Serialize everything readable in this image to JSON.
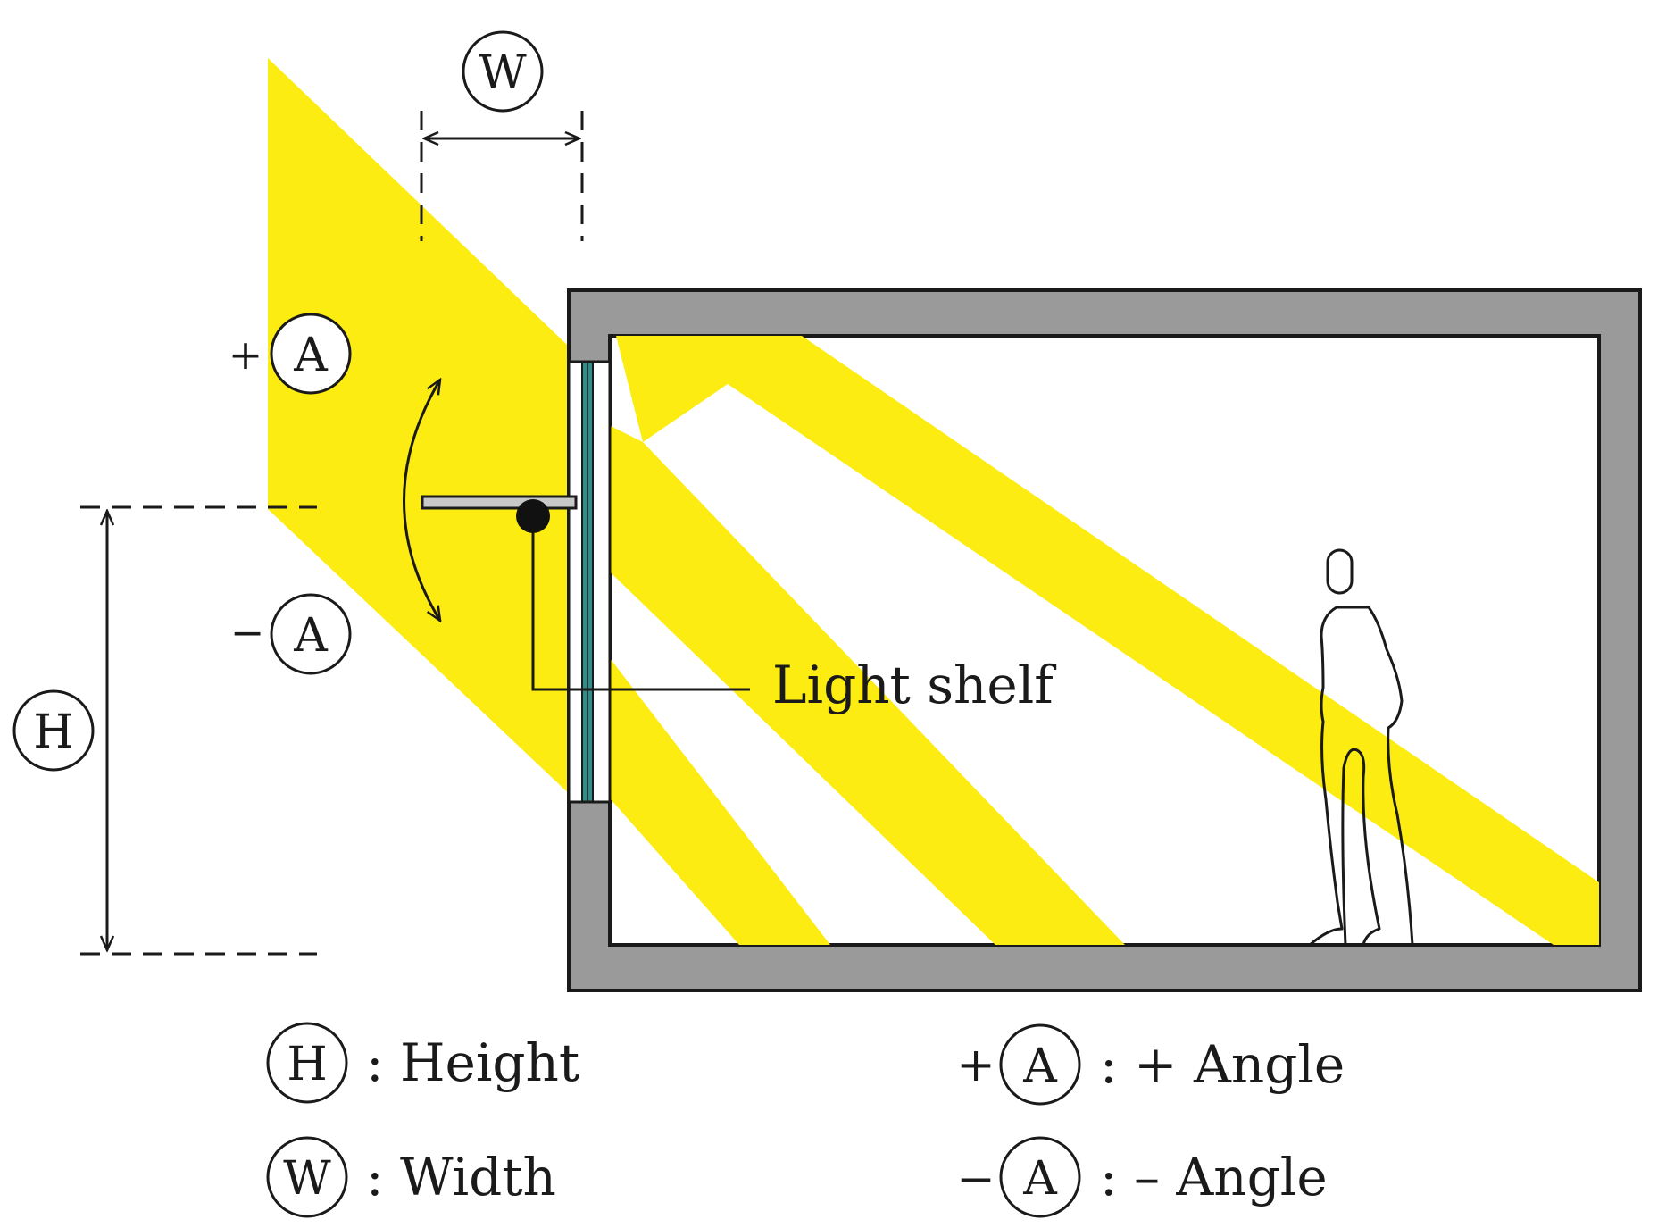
{
  "colors": {
    "light": "#fcec12",
    "wall": "#9a9a9a",
    "ink": "#1a1a1a",
    "glass": "#2e8f8a",
    "background": "#ffffff"
  },
  "symbols": {
    "width": "W",
    "height": "H",
    "angle": "A",
    "plus": "+",
    "minus": "−"
  },
  "labels": {
    "light_shelf": "Light shelf"
  },
  "legend": {
    "height": {
      "symbol": "H",
      "text": ": Height"
    },
    "width": {
      "symbol": "W",
      "text": ": Width"
    },
    "plus_angle": {
      "sign": "+",
      "symbol": "A",
      "text": ": + Angle"
    },
    "minus_angle": {
      "sign": "−",
      "symbol": "A",
      "text": ": – Angle"
    }
  },
  "icons": {
    "occupant": "person-silhouette-icon",
    "pivot": "pivot-dot-icon",
    "rotation": "curved-double-arrow-icon"
  }
}
